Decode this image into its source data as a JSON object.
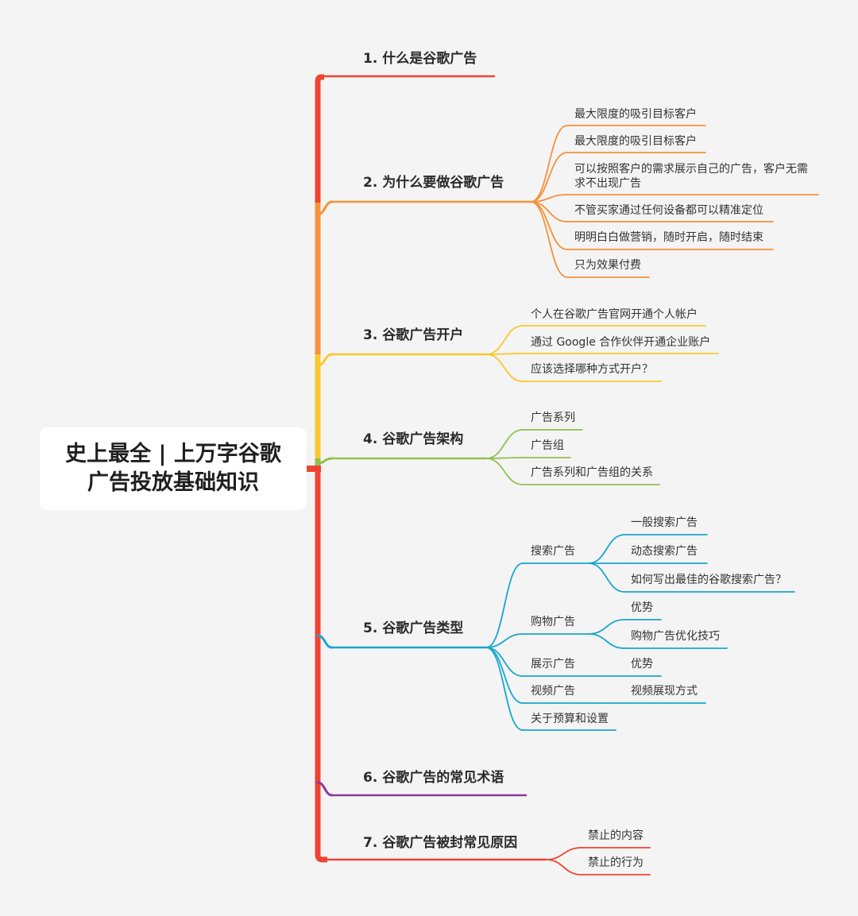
{
  "root": {
    "line1": "史上最全 | 上万字谷歌",
    "line2": "广告投放基础知识"
  },
  "colors": {
    "red": "#ef4433",
    "orange": "#f5923a",
    "yellow": "#f9c82f",
    "green": "#92c050",
    "blue": "#18a7cf",
    "purple": "#8c3a9b"
  },
  "branches": [
    {
      "label": "1. 什么是谷歌广告",
      "color": "red",
      "children": []
    },
    {
      "label": "2. 为什么要做谷歌广告",
      "color": "orange",
      "children": [
        {
          "label": "最大限度的吸引目标客户"
        },
        {
          "label": "最大限度的吸引目标客户"
        },
        {
          "label": "可以按照客户的需求展示自己的广告，客户无需求不出现广告"
        },
        {
          "label": "不管买家通过任何设备都可以精准定位"
        },
        {
          "label": "明明白白做营销，随时开启，随时结束"
        },
        {
          "label": "只为效果付费"
        }
      ]
    },
    {
      "label": "3. 谷歌广告开户",
      "color": "yellow",
      "children": [
        {
          "label": "个人在谷歌广告官网开通个人帐户"
        },
        {
          "label": "通过 Google 合作伙伴开通企业账户"
        },
        {
          "label": "应该选择哪种方式开户？"
        }
      ]
    },
    {
      "label": "4. 谷歌广告架构",
      "color": "green",
      "children": [
        {
          "label": "广告系列"
        },
        {
          "label": "广告组"
        },
        {
          "label": "广告系列和广告组的关系"
        }
      ]
    },
    {
      "label": "5. 谷歌广告类型",
      "color": "blue",
      "children": [
        {
          "label": "搜索广告",
          "children": [
            {
              "label": "一般搜索广告"
            },
            {
              "label": "动态搜索广告"
            },
            {
              "label": "如何写出最佳的谷歌搜索广告？"
            }
          ]
        },
        {
          "label": "购物广告",
          "children": [
            {
              "label": "优势"
            },
            {
              "label": "购物广告优化技巧"
            }
          ]
        },
        {
          "label": "展示广告",
          "children": [
            {
              "label": "优势"
            }
          ]
        },
        {
          "label": "视频广告",
          "children": [
            {
              "label": "视频展现方式"
            }
          ]
        },
        {
          "label": "关于预算和设置"
        }
      ]
    },
    {
      "label": "6. 谷歌广告的常见术语",
      "color": "purple",
      "children": []
    },
    {
      "label": "7. 谷歌广告被封常见原因",
      "color": "red",
      "children": [
        {
          "label": "禁止的内容"
        },
        {
          "label": "禁止的行为"
        }
      ]
    }
  ]
}
